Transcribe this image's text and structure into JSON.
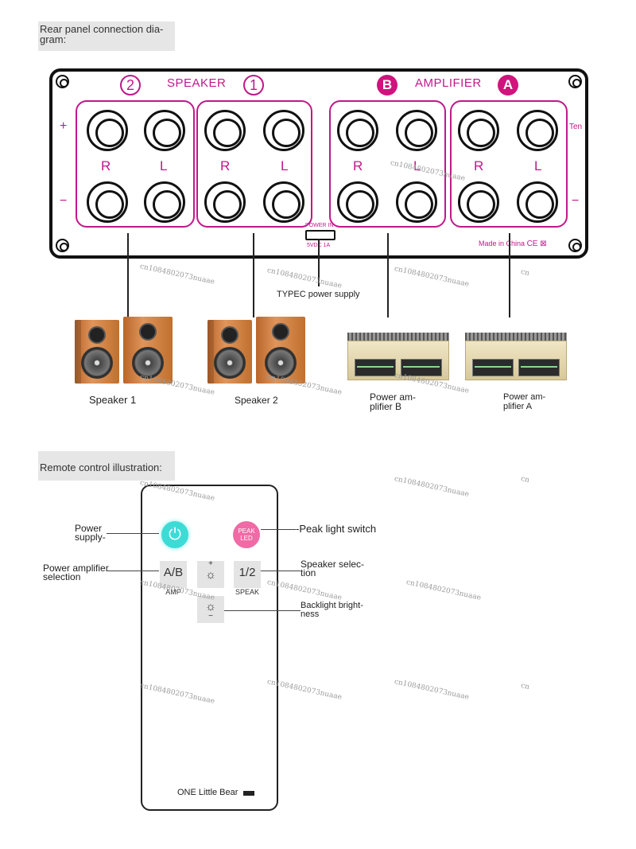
{
  "sections": {
    "rear": "Rear panel connection dia-\ngram:",
    "remote": "Remote control illustration:"
  },
  "panel": {
    "speaker_header": "SPEAKER",
    "amplifier_header": "AMPLIFIER",
    "speaker_2_mark": "2",
    "speaker_1_mark": "1",
    "amp_b_mark": "B",
    "amp_a_mark": "A",
    "channel_right": "R",
    "channel_left": "L",
    "plus": "+",
    "minus": "−",
    "corner_text": "Ten",
    "power_in": "POWER IN",
    "power_rating": "5VDC 1A",
    "made_in": "Made in China",
    "marks": "CE ⊠"
  },
  "labels": {
    "typec": "TYPEC power supply",
    "speaker1": "Speaker 1",
    "speaker2": "Speaker 2",
    "amp_b": "Power am-\nplifier B",
    "amp_a": "Power am-\nplifier A"
  },
  "remote": {
    "power_symbol": "⏻",
    "peak_line1": "PEAK",
    "peak_line2": "LED",
    "ab": "A/B",
    "ab_sub": "AMP",
    "brightness_up_sign": "+",
    "brightness_icon": "☼",
    "brightness_down_sign": "−",
    "speaker_select": "1/2",
    "speaker_select_sub": "SPEAK",
    "brand": "ONE Little Bear"
  },
  "remote_labels": {
    "power": "Power\nsupply-",
    "peak": "-Peak light switch",
    "amp_select": "Power amplifier\nselection",
    "speaker_select": "Speaker selec-\ntion",
    "backlight": "Backlight bright-\nness"
  },
  "watermark": "cn1084802073nuaae",
  "watermark_partial": "cn",
  "colors": {
    "accent": "#c0188a",
    "power_button": "#3ddbd6",
    "peak_button": "#f06aa5"
  }
}
